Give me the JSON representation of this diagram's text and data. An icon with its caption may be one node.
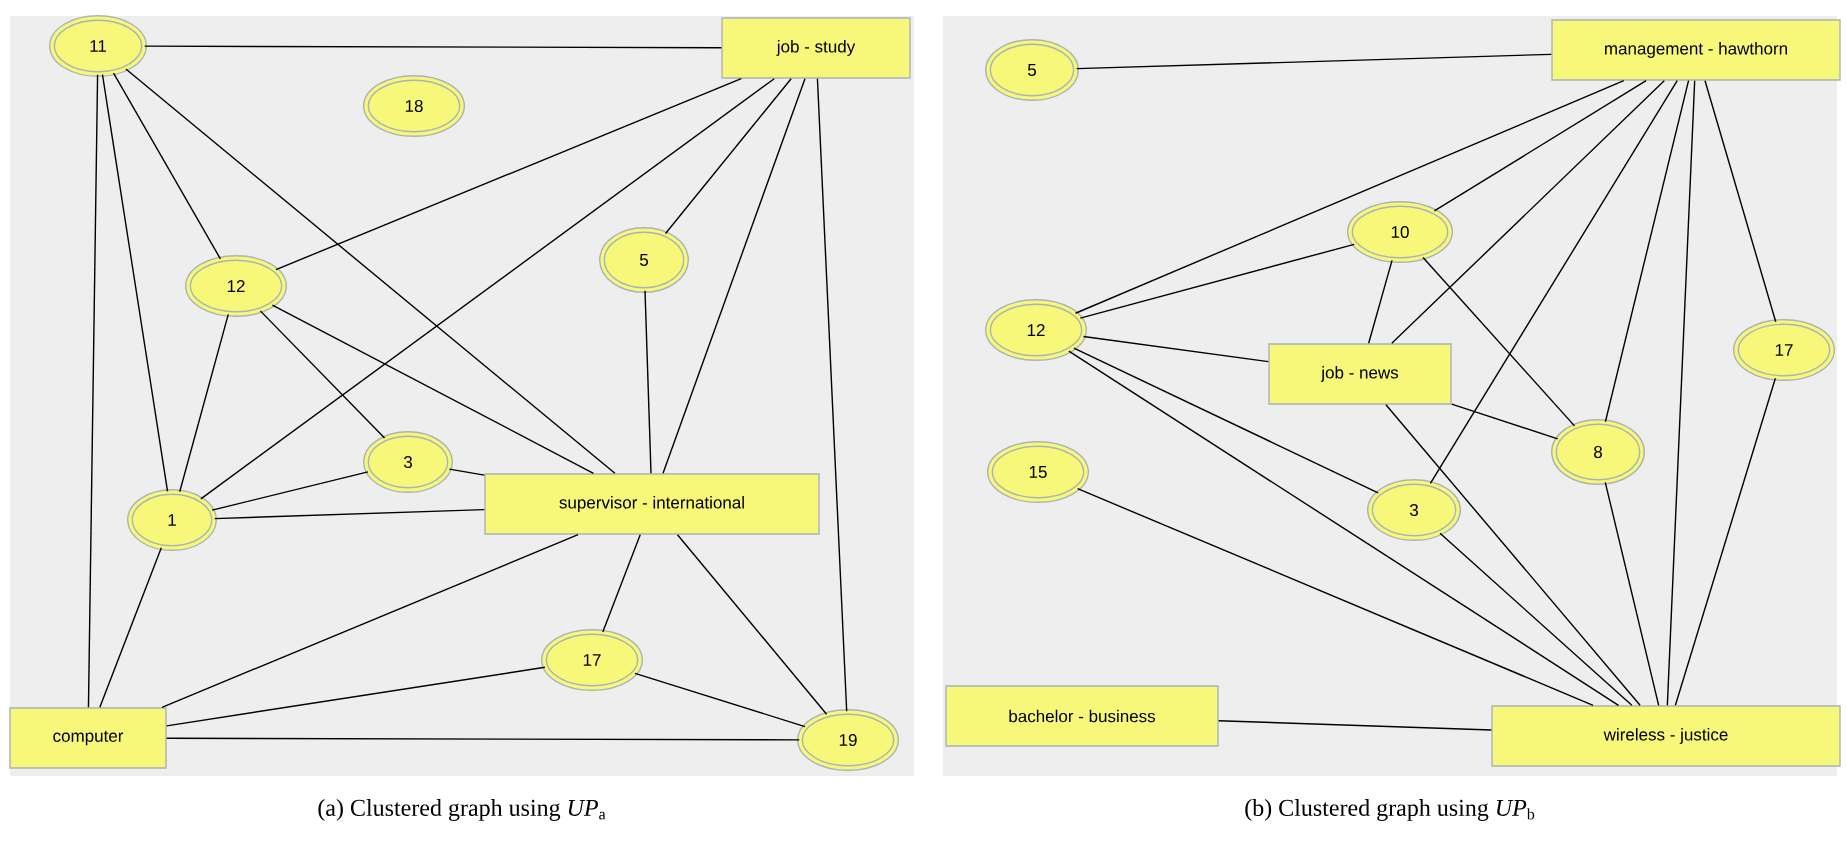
{
  "diagram": {
    "nodes": [
      {
        "text": [],
        "shape": "box"
      },
      {
        "text": [
          "11"
        ],
        "in": 0
      },
      {
        "text": [
          "job - study"
        ],
        "in": 0
      },
      {
        "text": [
          "18"
        ],
        "in": 0
      },
      {
        "text": [
          "12"
        ],
        "in": 0
      },
      {
        "text": [
          "5"
        ],
        "in": 0
      },
      {
        "text": [
          "3"
        ],
        "in": 0
      },
      {
        "text": [
          "1"
        ],
        "in": 0
      },
      {
        "text": [
          "supervisor - international"
        ],
        "in": 0
      },
      {
        "text": [
          "17"
        ],
        "in": 0
      },
      {
        "text": [
          "computer"
        ],
        "in": 0
      },
      {
        "text": [
          "19"
        ],
        "in": 0
      },
      {
        "text": [],
        "shape": "box"
      },
      {
        "text": [
          "management - hawthorn"
        ],
        "in": 12
      },
      {
        "text": [
          "5"
        ],
        "in": 12
      },
      {
        "text": [
          "10"
        ],
        "in": 12
      },
      {
        "text": [
          "12"
        ],
        "in": 12
      },
      {
        "text": [
          "17"
        ],
        "in": 12
      },
      {
        "text": [
          "job - news"
        ],
        "in": 12
      },
      {
        "text": [
          "15"
        ],
        "in": 12
      },
      {
        "text": [
          "8"
        ],
        "in": 12
      },
      {
        "text": [
          "3"
        ],
        "in": 12
      },
      {
        "text": [
          "bachelor - business"
        ],
        "in": 12
      },
      {
        "text": [
          "wireless - justice"
        ],
        "in": 12
      }
    ],
    "edges": [
      {
        "from": 1,
        "to": 2,
        "arrow": "none"
      },
      {
        "from": 1,
        "to": 10,
        "arrow": "none"
      },
      {
        "from": 1,
        "to": 7,
        "arrow": "none"
      },
      {
        "from": 1,
        "to": 4,
        "arrow": "none"
      },
      {
        "from": 1,
        "to": 8,
        "arrow": "none"
      },
      {
        "from": 2,
        "to": 4,
        "arrow": "none"
      },
      {
        "from": 2,
        "to": 7,
        "arrow": "none"
      },
      {
        "from": 2,
        "to": 5,
        "arrow": "none"
      },
      {
        "from": 2,
        "to": 8,
        "arrow": "none"
      },
      {
        "from": 2,
        "to": 11,
        "arrow": "none"
      },
      {
        "from": 4,
        "to": 7,
        "arrow": "none"
      },
      {
        "from": 4,
        "to": 6,
        "arrow": "none"
      },
      {
        "from": 4,
        "to": 8,
        "arrow": "none"
      },
      {
        "from": 5,
        "to": 8,
        "arrow": "none"
      },
      {
        "from": 6,
        "to": 7,
        "arrow": "none"
      },
      {
        "from": 6,
        "to": 8,
        "arrow": "none"
      },
      {
        "from": 7,
        "to": 8,
        "arrow": "none"
      },
      {
        "from": 7,
        "to": 10,
        "arrow": "none"
      },
      {
        "from": 8,
        "to": 10,
        "arrow": "none"
      },
      {
        "from": 8,
        "to": 9,
        "arrow": "none"
      },
      {
        "from": 8,
        "to": 11,
        "arrow": "none"
      },
      {
        "from": 9,
        "to": 10,
        "arrow": "none"
      },
      {
        "from": 9,
        "to": 11,
        "arrow": "none"
      },
      {
        "from": 10,
        "to": 11,
        "arrow": "none"
      },
      {
        "from": 13,
        "to": 14,
        "arrow": "none"
      },
      {
        "from": 13,
        "to": 16,
        "arrow": "none"
      },
      {
        "from": 13,
        "to": 15,
        "arrow": "none"
      },
      {
        "from": 13,
        "to": 18,
        "arrow": "none"
      },
      {
        "from": 13,
        "to": 21,
        "arrow": "none"
      },
      {
        "from": 13,
        "to": 20,
        "arrow": "none"
      },
      {
        "from": 13,
        "to": 23,
        "arrow": "none"
      },
      {
        "from": 13,
        "to": 17,
        "arrow": "none"
      },
      {
        "from": 15,
        "to": 16,
        "arrow": "none"
      },
      {
        "from": 15,
        "to": 18,
        "arrow": "none"
      },
      {
        "from": 15,
        "to": 20,
        "arrow": "none"
      },
      {
        "from": 16,
        "to": 18,
        "arrow": "none"
      },
      {
        "from": 16,
        "to": 21,
        "arrow": "none"
      },
      {
        "from": 16,
        "to": 23,
        "arrow": "none"
      },
      {
        "from": 18,
        "to": 20,
        "arrow": "none"
      },
      {
        "from": 18,
        "to": 23,
        "arrow": "none"
      },
      {
        "from": 20,
        "to": 23,
        "arrow": "none"
      },
      {
        "from": 21,
        "to": 23,
        "arrow": "none"
      },
      {
        "from": 19,
        "to": 23,
        "arrow": "none"
      },
      {
        "from": 17,
        "to": 23,
        "arrow": "none"
      },
      {
        "from": 22,
        "to": 23,
        "arrow": "none"
      }
    ],
    "labels": [
      "(a) Clustered graph using *UP*$_{a}$",
      "(b) Clustered graph using *UP*$_{b}$"
    ]
  }
}
